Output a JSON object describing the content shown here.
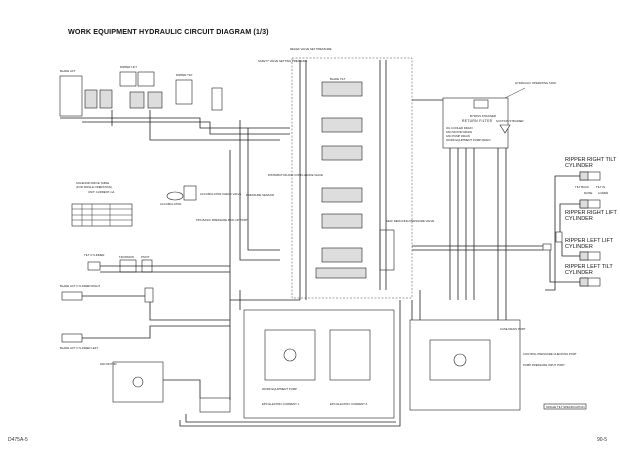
{
  "title": "WORK EQUIPMENT HYDRAULIC CIRCUIT DIAGRAM (1/3)",
  "footer": {
    "model": "D475A-5",
    "page": "90-5"
  },
  "labels": {
    "return_filter": "RETURN FILTER",
    "bypass_strainer": "BYPASS STRAINER",
    "oil_cooler_drain": "OIL COOLER DRAIN",
    "fan_motor_drain": "FAN MOTOR DRAIN",
    "fan_pump_drain": "FAN PUMP DRAIN",
    "we_pump_drain": "WORK EQUIPMENT PUMP DRAIN",
    "suction_strainer": "SUCTION STRAINER",
    "tank": "HYDRAULIC OPERATING TANK",
    "solenoid_table": "SOLENOID DRIVE TABLE",
    "solenoid_table_sub": "(FOR SINGLE OPERATION)",
    "accumulator": "ACCUMULATOR",
    "accumulator_valve": "ACCUMULATOR CHECK VALVE",
    "trunnion": "TRUNNION",
    "pivot": "PIVOT",
    "tilt_cyl": "TILT CYLINDER",
    "blade_lift_cyl": "BLADE LIFT CYLINDER RIGHT",
    "blade_lift_cyl_l": "BLADE LIFT CYLINDER LEFT",
    "ripper_tilt_r": "RIPPER RIGHT TILT CYLINDER",
    "ripper_lift_r": "RIPPER RIGHT LIFT CYLINDER",
    "ripper_lift_l": "RIPPER LEFT LIFT CYLINDER",
    "ripper_tilt_l": "RIPPER LEFT TILT CYLINDER",
    "tilt_back": "TILT BACK",
    "tilt_in": "TILT IN",
    "raise": "RAISE",
    "lower": "LOWER",
    "distributor": "DISTRIBUTOR AND CONFLUENCE VALVE",
    "pilot_port": "PPC BASIC PRESSURE PICK-UP PORT",
    "control_port": "CONTROL PRESSURE CHECKING PORT",
    "pump_port": "PUMP PRESSURE INPUT PORT",
    "single_tilt": "SINGLE TILT SPECIFICATION",
    "fan_motor": "FAN MOTOR",
    "epc_current_1": "EPC ELECTRIC CURRENT 1",
    "epc_current_2": "EPC ELECTRIC CURRENT 2",
    "pump": "WORK EQUIPMENT PUMP",
    "safety_valve": "SAFETY VALVE SETTING PRESSURE",
    "relief_valve": "RELIEF VALVE SET PRESSURE",
    "blade_pump": "BLADE LIFT",
    "ripper_lift": "RIPPER LIFT",
    "ripper_tilt": "RIPPER TILT",
    "blade_tilt": "BLADE TILT",
    "lpq_drain": "CASE DRAIN PORT",
    "self_reducing": "SELF REDUCING PRESSURE VALVE",
    "pressure_sensor": "PRESSURE SENSOR",
    "unit": "UNIT: CURRENT mA"
  }
}
